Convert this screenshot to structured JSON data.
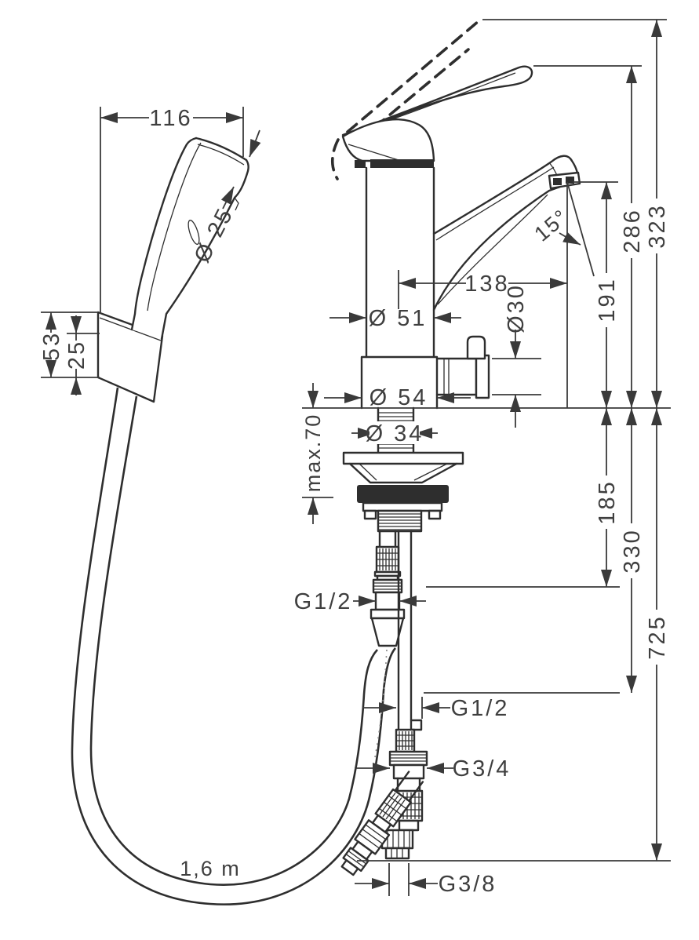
{
  "drawing": {
    "type": "technical-dimension-drawing",
    "subject": "single-lever basin mixer with hand shower set",
    "colors": {
      "line": "#2e2e2e",
      "dimension": "#3f3f3f",
      "background": "#ffffff"
    },
    "labels": {
      "handshower_width": "116",
      "handshower_head_diameter": "Ø 25",
      "holder_height": "53",
      "holder_offset": "25",
      "total_height": "323",
      "handle_height": "286",
      "spout_height": "191",
      "spout_angle": "15°",
      "spout_reach": "138",
      "body_diameter": "Ø 51",
      "outlet_diameter": "Ø30",
      "base_diameter": "Ø 54",
      "shank_diameter": "Ø 34",
      "max_counter_thickness": "max.70",
      "hose_connection_depth": "185",
      "supply_connection_depth": "330",
      "overall_depth": "725",
      "hose_outlet_thread": "G1/2",
      "supply_thread": "G1/2",
      "shower_hose_thread": "G3/4",
      "supply_hose_thread": "G3/8",
      "hose_length": "1,6 m"
    }
  }
}
